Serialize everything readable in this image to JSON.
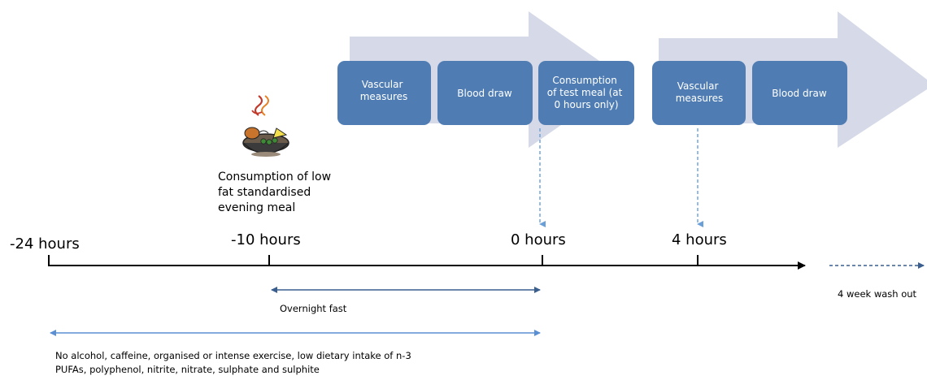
{
  "blocks": {
    "first_session": {
      "vascular": [
        "Vascular",
        "measures"
      ],
      "blood": "Blood draw",
      "consumption": [
        "Consumption",
        "of test meal (at",
        "0 hours only)"
      ]
    },
    "second_session": {
      "vascular": [
        "Vascular",
        "measures"
      ],
      "blood": "Blood draw"
    }
  },
  "meal": {
    "icon": "meal-plate-icon",
    "text": [
      "Consumption of low",
      "fat standardised",
      "evening meal"
    ]
  },
  "timeline": {
    "labels": [
      "-24 hours",
      "-10 hours",
      "0 hours",
      "4 hours"
    ]
  },
  "washout": "4 week wash out",
  "fast": "Overnight fast",
  "restrictions": [
    "No alcohol, caffeine, organised or intense exercise, low dietary intake of n-3",
    "PUFAs, polyphenol, nitrite, nitrate, sulphate and sulphite"
  ],
  "colors": {
    "box": "#4f7db3",
    "chevron": "#d5d9e8",
    "dashed_arrow": "#6a9fd8",
    "fast_arrow": "#3a5f8f",
    "restriction_arrow": "#5b8fd3",
    "axis": "#000000"
  }
}
